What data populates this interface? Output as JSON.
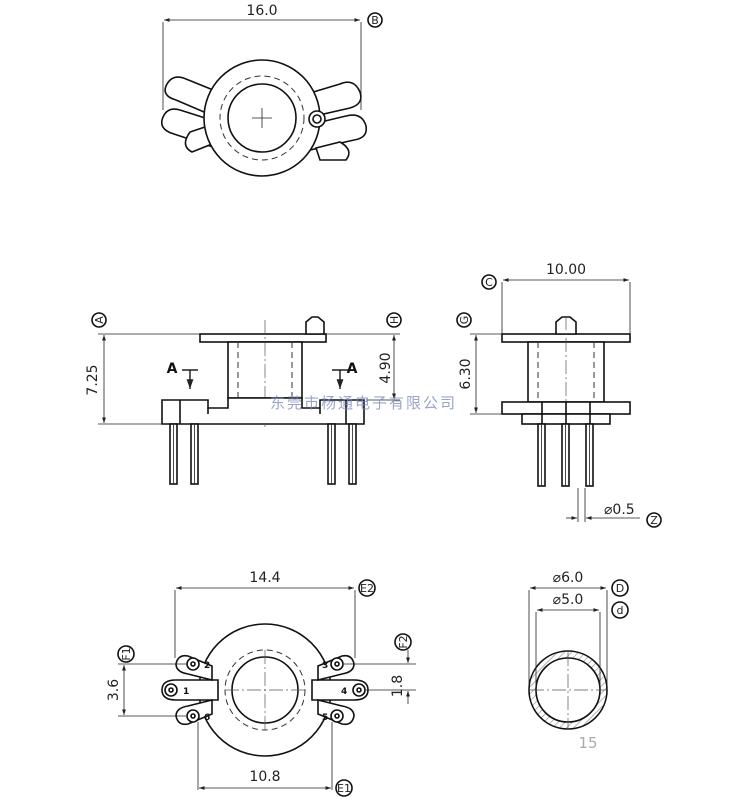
{
  "top_view": {
    "width_dim": "16.0",
    "ref": "B"
  },
  "front_view": {
    "height_dim": "7.25",
    "height_ref": "A",
    "body_dim": "4.90",
    "body_ref": "H",
    "section_left": "A",
    "section_right": "A"
  },
  "side_view": {
    "width_dim": "10.00",
    "width_ref": "C",
    "height_dim": "6.30",
    "height_ref": "G",
    "pin_dim": "⌀0.5",
    "pin_ref": "Z"
  },
  "bottom_view": {
    "outer_dim": "14.4",
    "outer_ref": "E2",
    "inner_dim": "10.8",
    "inner_ref": "E1",
    "left_dim": "3.6",
    "left_ref": "F1",
    "right_dim": "1.8",
    "right_ref": "F2",
    "pins": [
      "1",
      "2",
      "3",
      "4",
      "5",
      "6"
    ]
  },
  "tube_view": {
    "outer_dim": "⌀6.0",
    "outer_ref": "D",
    "inner_dim": "⌀5.0",
    "inner_ref": "d"
  },
  "watermark": "东莞市杨通电子有限公司",
  "page_number": "15"
}
